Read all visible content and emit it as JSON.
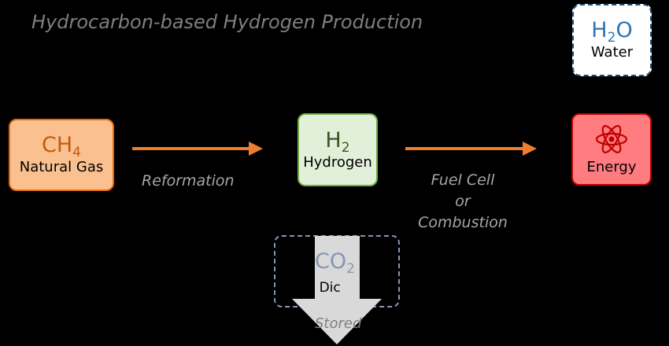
{
  "title": "Hydrocarbon-based Hydrogen Production",
  "nodes": {
    "ch4": {
      "formula_base": "CH",
      "formula_sub": "4",
      "name": "Natural Gas"
    },
    "h2": {
      "formula_base": "H",
      "formula_sub": "2",
      "name": "Hydrogen"
    },
    "energy": {
      "name": "Energy",
      "icon": "atom-icon"
    },
    "h2o": {
      "formula_pre": "H",
      "formula_sub": "2",
      "formula_post": "O",
      "name": "Water"
    },
    "co2": {
      "formula_base": "CO",
      "formula_sub": "2",
      "name_visible": "on Dic"
    }
  },
  "edges": {
    "reformation": "Reformation",
    "fuel_cell_line1": "Fuel Cell",
    "fuel_cell_line2": "or",
    "fuel_cell_line3": "Combustion",
    "stored": "Stored"
  },
  "colors": {
    "arrow": "#ed7d31",
    "ch4_fill": "#fac090",
    "h2_fill": "#e2efd9",
    "energy_fill": "#ff7c80",
    "h2o_fill": "#ffffff"
  }
}
